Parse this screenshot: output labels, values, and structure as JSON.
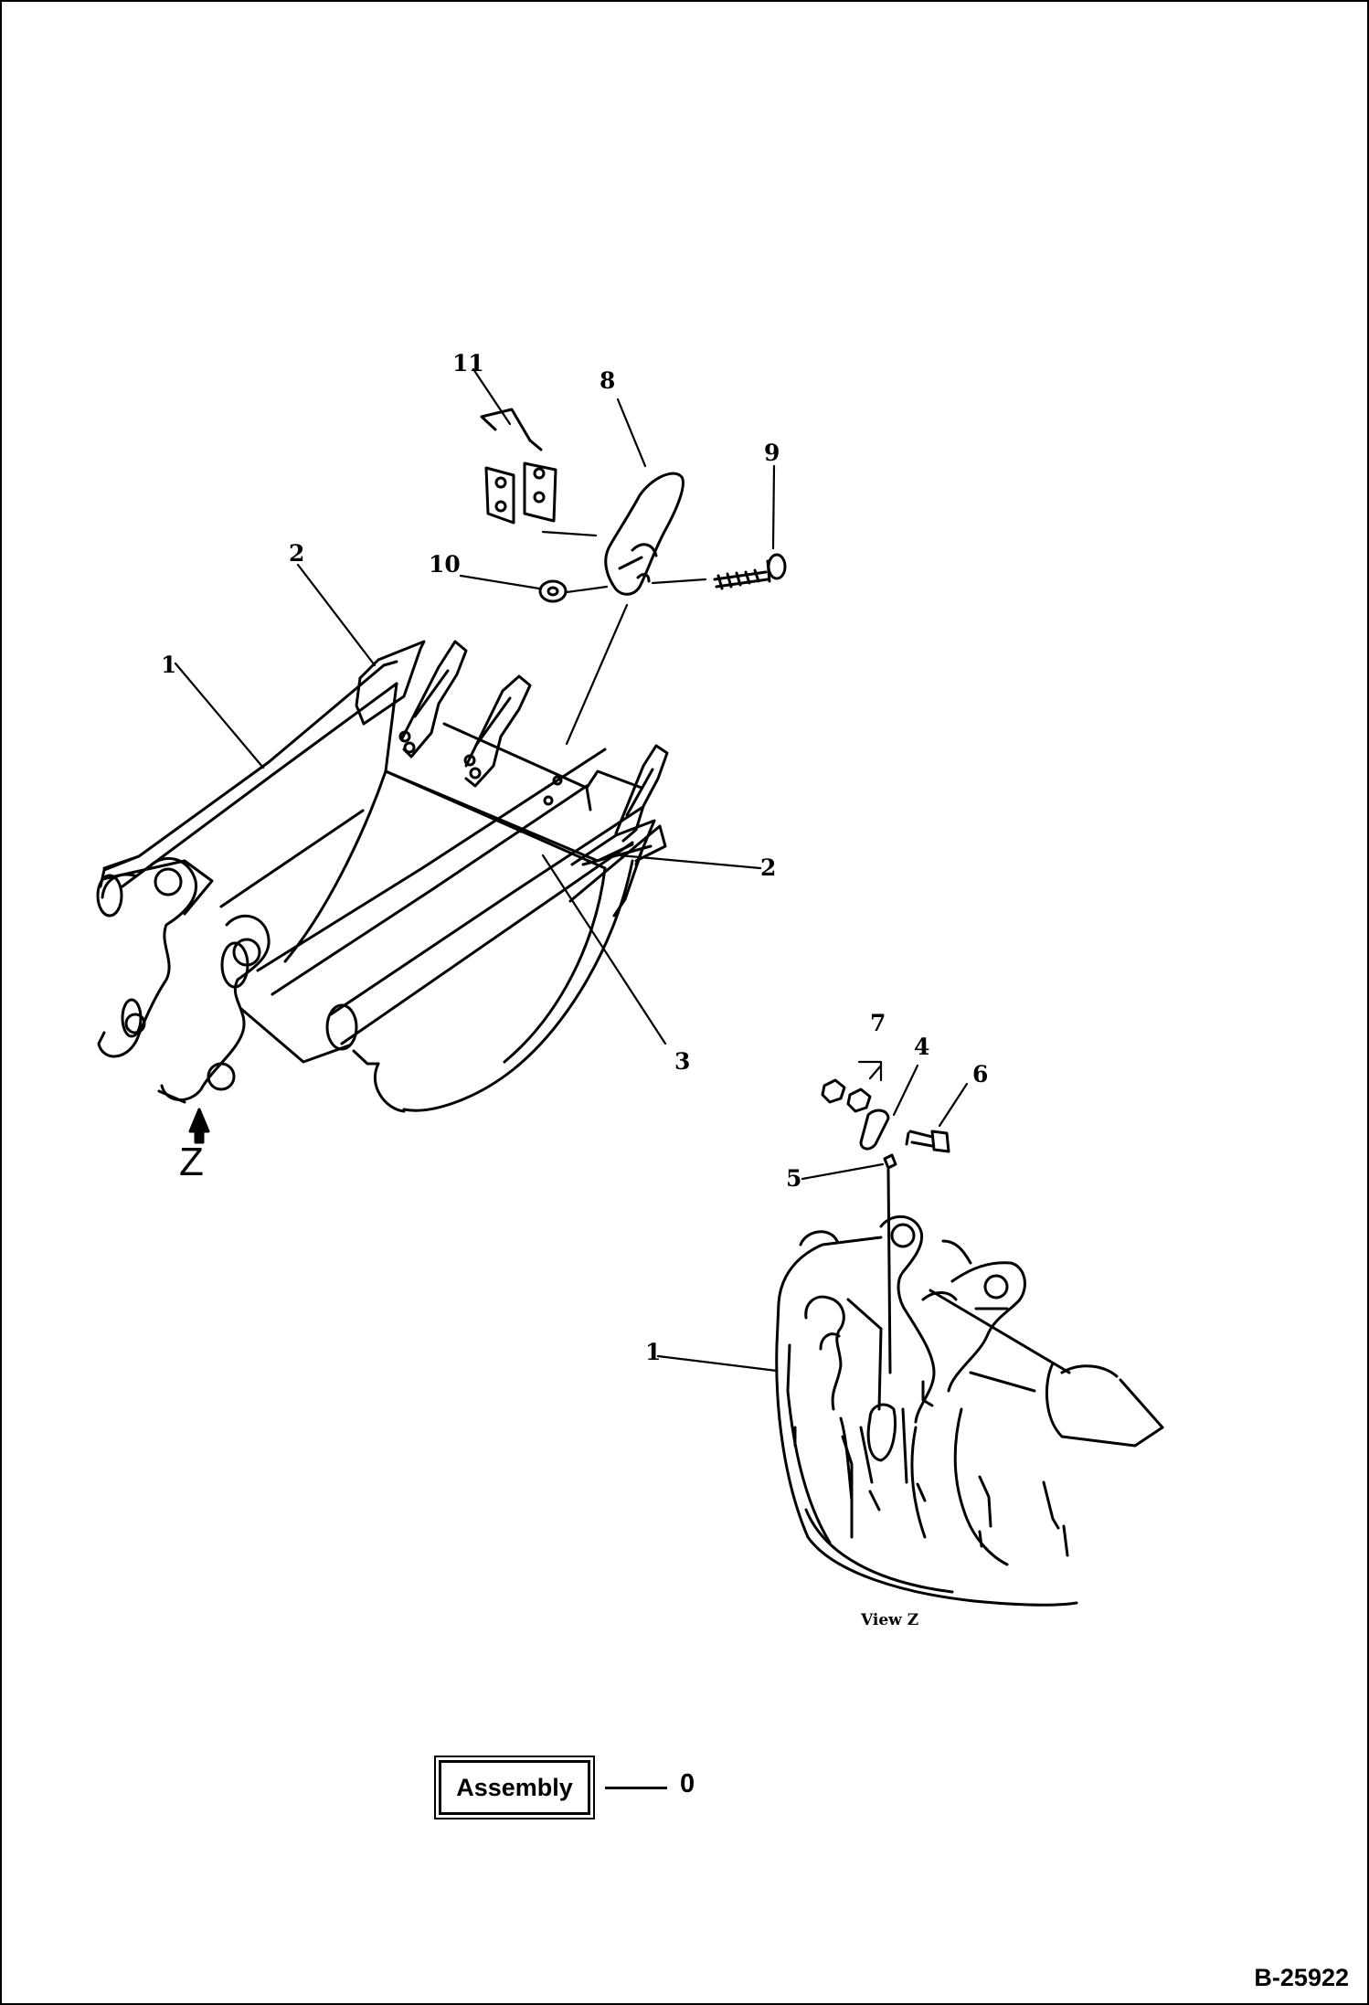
{
  "drawing_number": "B-25922",
  "view_label": "View Z",
  "view_direction": "Z",
  "assembly": {
    "label": "Assembly",
    "number": "0"
  },
  "callouts": {
    "c1": "1",
    "c2": "2",
    "c2b": "2",
    "c3": "3",
    "c4": "4",
    "c5": "5",
    "c6": "6",
    "c7": "7",
    "c8": "8",
    "c9": "9",
    "c10": "10",
    "c11": "11",
    "c1b": "1"
  }
}
